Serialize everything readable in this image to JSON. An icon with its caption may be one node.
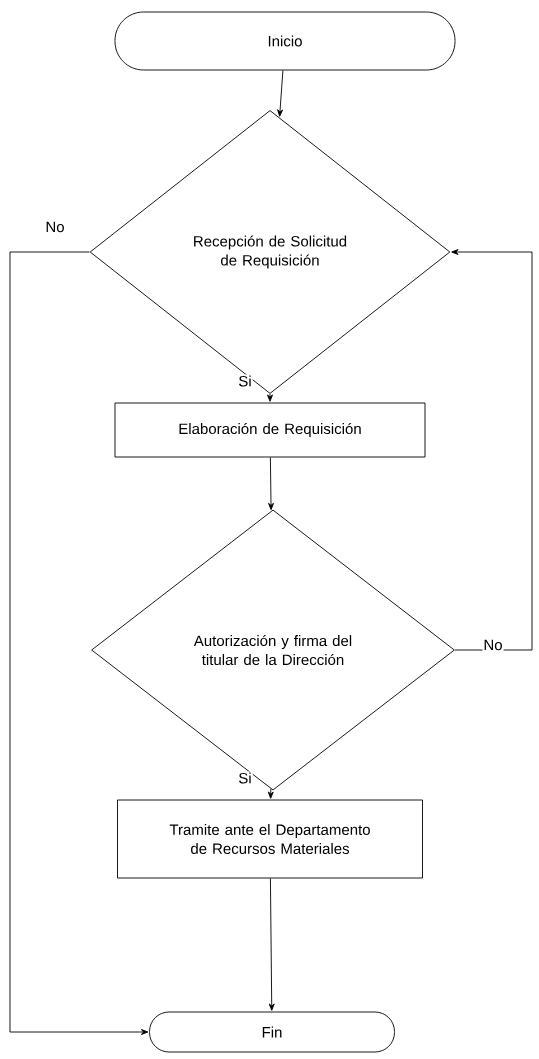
{
  "diagram": {
    "nodes": [
      {
        "text": [
          "Inicio"
        ]
      },
      {
        "text": [
          "Recepción de Solicitud de Requisición"
        ]
      },
      {
        "text": [
          "Elaboración de Requisición"
        ]
      },
      {
        "text": [
          "Autorización y firma del titular de la Dirección"
        ]
      },
      {
        "text": [
          "Tramite ante el Departamento de Recursos Materiales"
        ]
      },
      {
        "text": [
          "Fin"
        ]
      }
    ],
    "edges": [
      {
        "from": 0,
        "to": 1,
        "arrow": "to"
      },
      {
        "from": 1,
        "to": 2,
        "arrow": "to",
        "label": "Si"
      },
      {
        "from": 2,
        "to": 3,
        "arrow": "to"
      },
      {
        "from": 3,
        "to": 4,
        "arrow": "to",
        "label": "Si"
      },
      {
        "from": 4,
        "to": 5,
        "arrow": "to"
      },
      {
        "from": 1,
        "to": 5,
        "arrow": "to",
        "label": "No"
      },
      {
        "from": 3,
        "to": 1,
        "arrow": "to",
        "label": "No"
      }
    ]
  }
}
